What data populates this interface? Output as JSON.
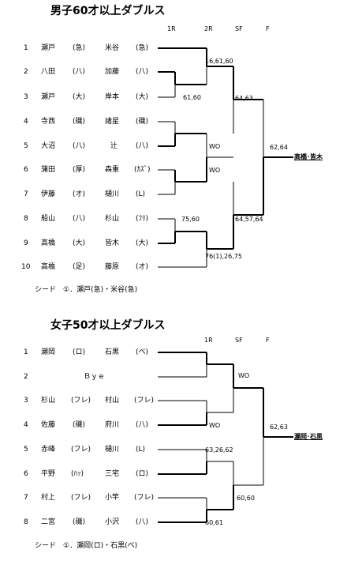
{
  "men": {
    "title": "男子60才以上ダブルス",
    "rounds": [
      "1R",
      "2R",
      "SF",
      "F"
    ],
    "players": [
      {
        "no": "1",
        "p1": "瀬戸",
        "c1": "(急)",
        "p2": "米谷",
        "c2": "(急)"
      },
      {
        "no": "2",
        "p1": "八田",
        "c1": "(八)",
        "p2": "加藤",
        "c2": "(八)"
      },
      {
        "no": "3",
        "p1": "瀬戸",
        "c1": "(大)",
        "p2": "岸本",
        "c2": "(大)"
      },
      {
        "no": "4",
        "p1": "寺西",
        "c1": "(磯)",
        "p2": "諸星",
        "c2": "(磯)"
      },
      {
        "no": "5",
        "p1": "大沼",
        "c1": "(八)",
        "p2": "辻",
        "c2": "(八)"
      },
      {
        "no": "6",
        "p1": "蒲田",
        "c1": "(厚)",
        "p2": "森重",
        "c2": "(ｶｽﾞ)"
      },
      {
        "no": "7",
        "p1": "伊藤",
        "c1": "(オ)",
        "p2": "樋川",
        "c2": "(L)"
      },
      {
        "no": "8",
        "p1": "船山",
        "c1": "(八)",
        "p2": "杉山",
        "c2": "(ﾌﾘ)"
      },
      {
        "no": "9",
        "p1": "高橋",
        "c1": "(大)",
        "p2": "皆木",
        "c2": "(大)"
      },
      {
        "no": "10",
        "p1": "高橋",
        "c1": "(足)",
        "p2": "藤原",
        "c2": "(オ)"
      }
    ],
    "scores": {
      "r1": "75,60",
      "r2_a": "61,60",
      "r2_b": "WO",
      "r2_c": "WO",
      "r2_d": "76(1),26,75",
      "sf_a": "16,61,60",
      "sf_b": "64,57,64",
      "final_sf": "64,63",
      "final": "62,64"
    },
    "winner": "高橋･皆木",
    "seed": "シード　①．瀬戸(急)・米谷(急)"
  },
  "women": {
    "title": "女子50才以上ダブルス",
    "rounds": [
      "1R",
      "SF",
      "F"
    ],
    "players": [
      {
        "no": "1",
        "p1": "瀬岡",
        "c1": "(ロ)",
        "p2": "石黒",
        "c2": "(ベ)"
      },
      {
        "no": "2",
        "bye": "Ｂｙｅ"
      },
      {
        "no": "3",
        "p1": "杉山",
        "c1": "(フレ)",
        "p2": "村山",
        "c2": "(フレ)"
      },
      {
        "no": "4",
        "p1": "佐藤",
        "c1": "(磯)",
        "p2": "府川",
        "c2": "(八)"
      },
      {
        "no": "5",
        "p1": "赤峰",
        "c1": "(フレ)",
        "p2": "樋川",
        "c2": "(L)"
      },
      {
        "no": "6",
        "p1": "平野",
        "c1": "(ﾊｯ)",
        "p2": "三宅",
        "c2": "(ロ)"
      },
      {
        "no": "7",
        "p1": "村上",
        "c1": "(フレ)",
        "p2": "小竿",
        "c2": "(フレ)"
      },
      {
        "no": "8",
        "p1": "二宮",
        "c1": "(磯)",
        "p2": "小沢",
        "c2": "(八)"
      }
    ],
    "scores": {
      "r1_b": "WO",
      "r1_c": "63,26,62",
      "r1_d": "60,61",
      "sf_a": "WO",
      "sf_b": "60,60",
      "final": "62,63"
    },
    "winner": "瀬岡･石黒",
    "seed": "シード　①．瀬岡(ロ)・石黒(ベ)"
  }
}
